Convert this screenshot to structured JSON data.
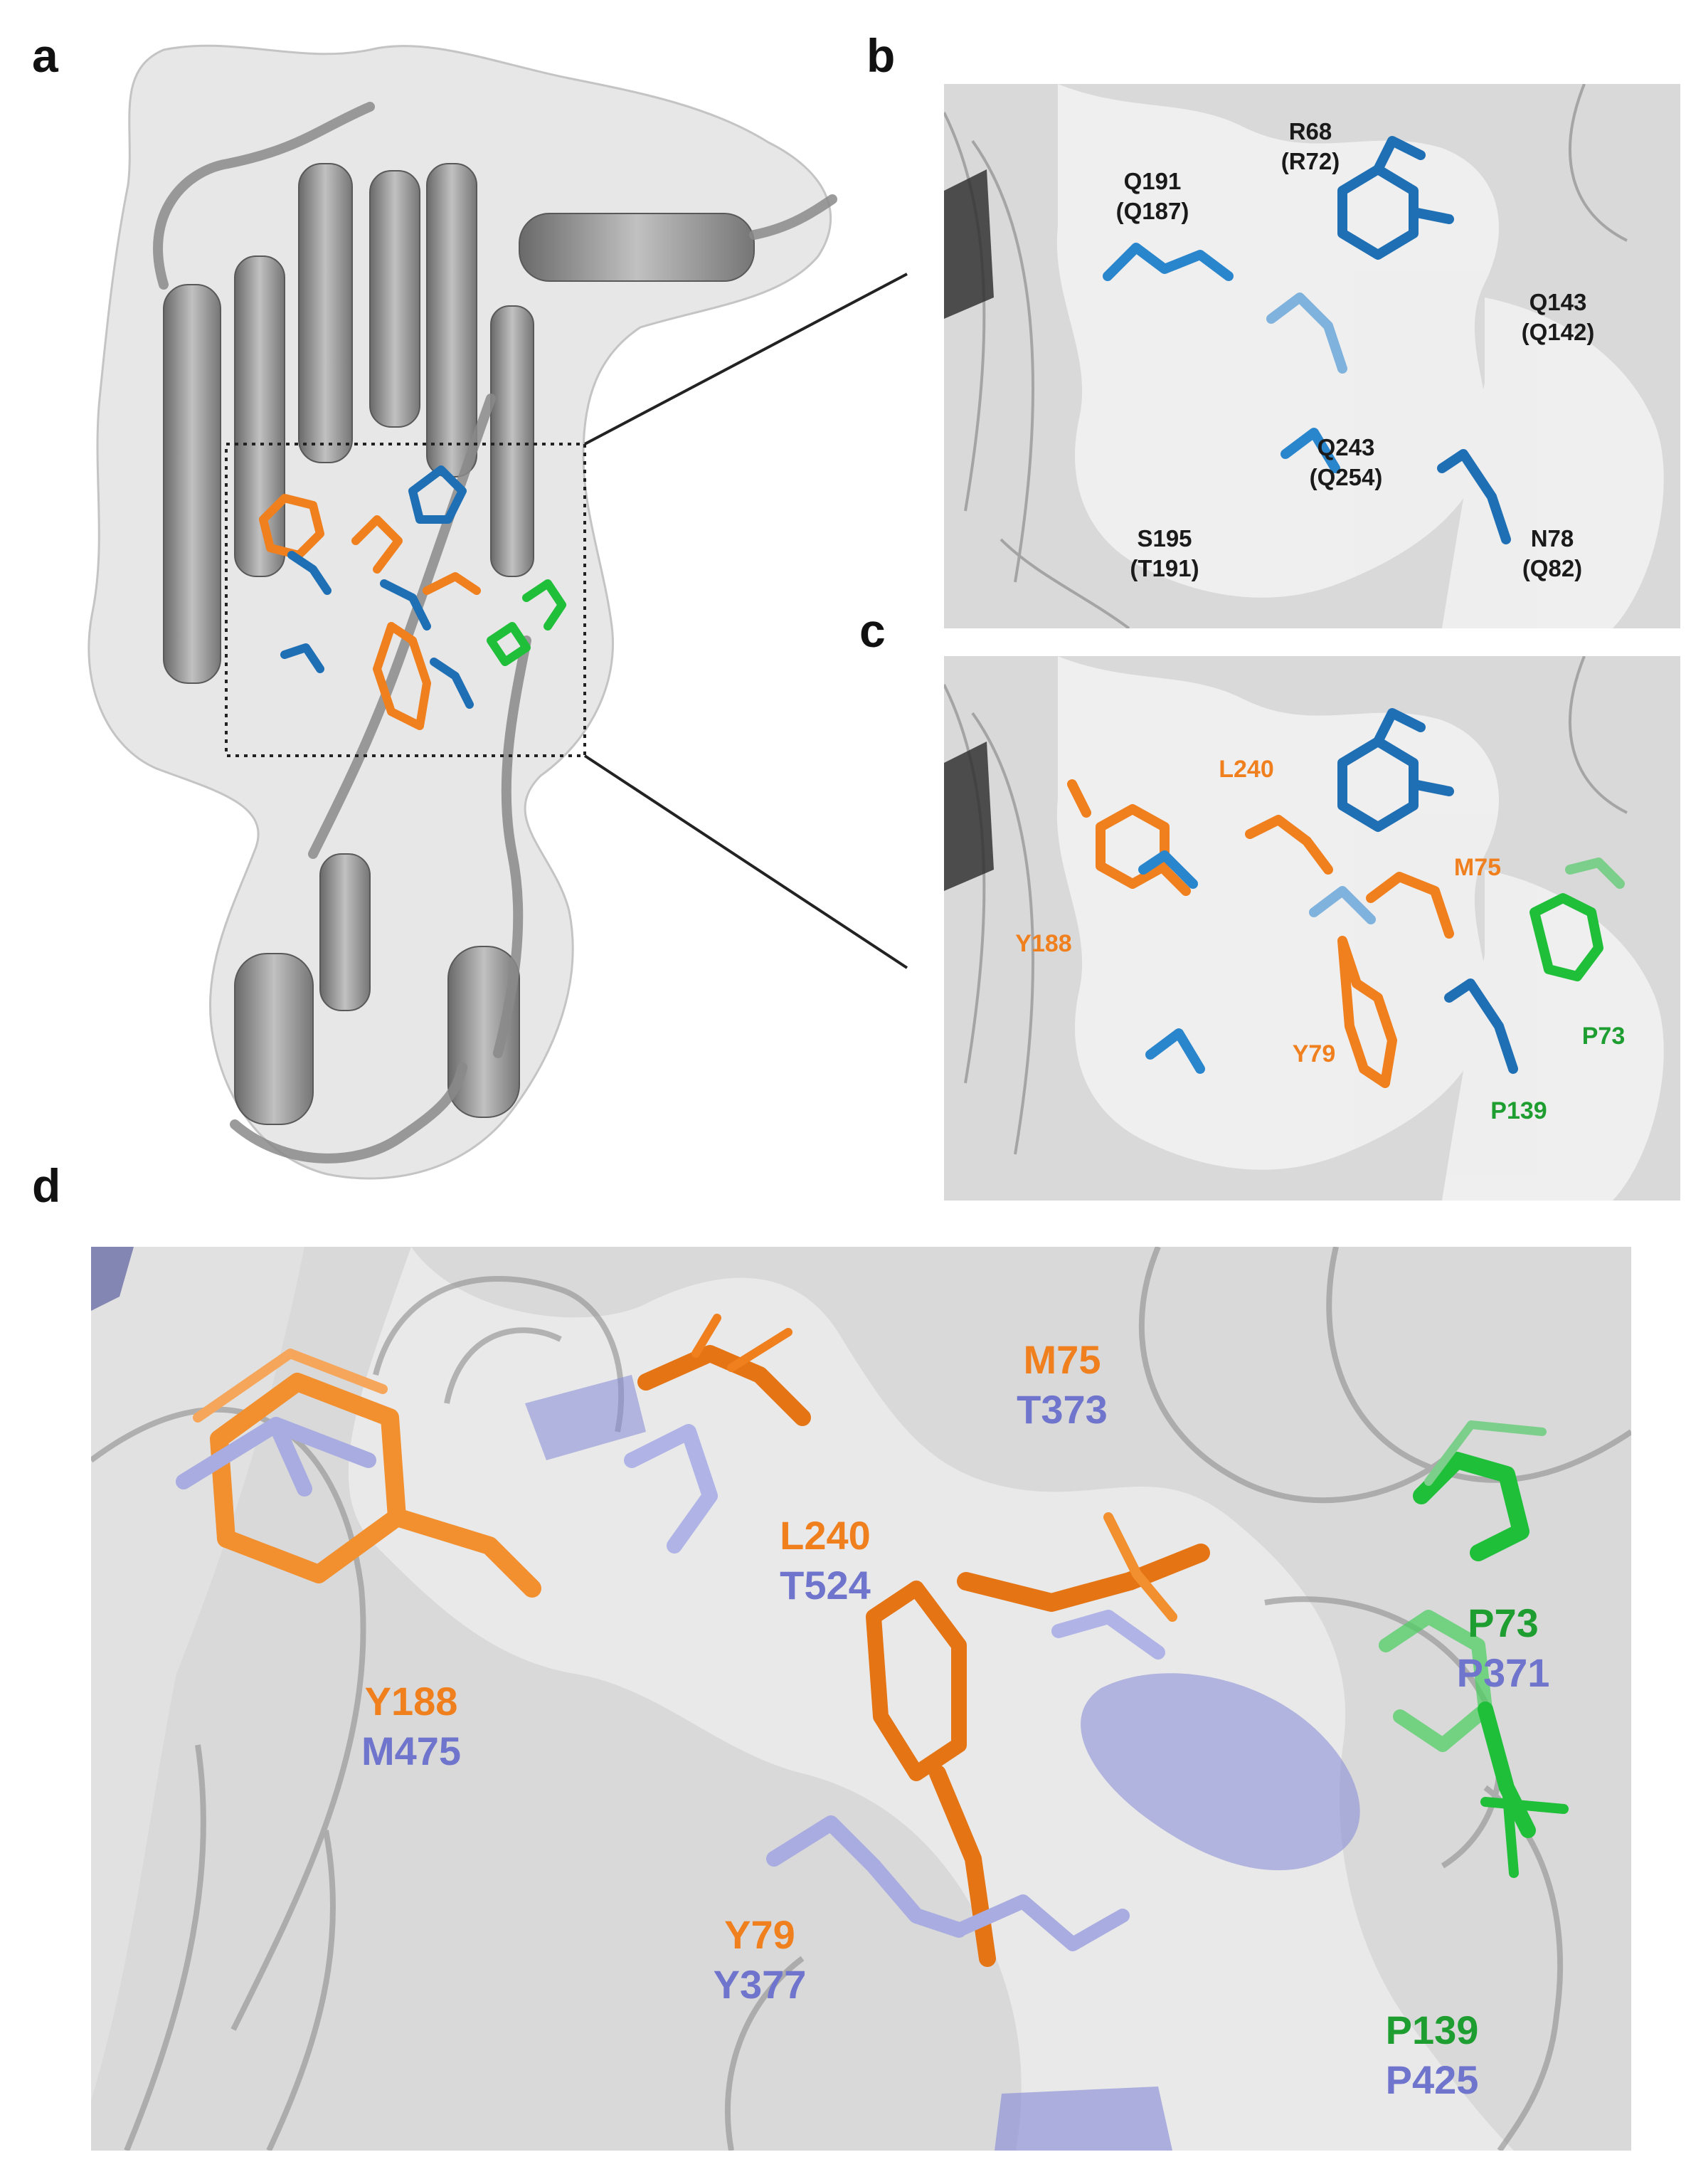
{
  "figure": {
    "panel_labels": {
      "a": "a",
      "b": "b",
      "c": "c",
      "d": "d"
    }
  },
  "colors": {
    "orange": "#F07F1E",
    "blue": "#1F6FB5",
    "green": "#1FBF3A",
    "lavender": "#8488D6",
    "gray": "#9A9A9A"
  },
  "panel_b": {
    "labels": [
      {
        "line1": "R68",
        "line2": "(R72)"
      },
      {
        "line1": "Q191",
        "line2": "(Q187)"
      },
      {
        "line1": "Q143",
        "line2": "(Q142)"
      },
      {
        "line1": "Q243",
        "line2": "(Q254)"
      },
      {
        "line1": "S195",
        "line2": "(T191)"
      },
      {
        "line1": "N78",
        "line2": "(Q82)"
      }
    ]
  },
  "panel_c": {
    "labels": [
      {
        "text": "L240",
        "color": "orange"
      },
      {
        "text": "M75",
        "color": "orange"
      },
      {
        "text": "Y188",
        "color": "orange"
      },
      {
        "text": "Y79",
        "color": "orange"
      },
      {
        "text": "P73",
        "color": "green"
      },
      {
        "text": "P139",
        "color": "green"
      }
    ]
  },
  "panel_d": {
    "labels": [
      {
        "line1": "M75",
        "line2": "T373"
      },
      {
        "line1": "L240",
        "line2": "T524"
      },
      {
        "line1": "P73",
        "line2": "P371"
      },
      {
        "line1": "Y188",
        "line2": "M475"
      },
      {
        "line1": "Y79",
        "line2": "Y377"
      },
      {
        "line1": "P139",
        "line2": "P425"
      }
    ]
  }
}
